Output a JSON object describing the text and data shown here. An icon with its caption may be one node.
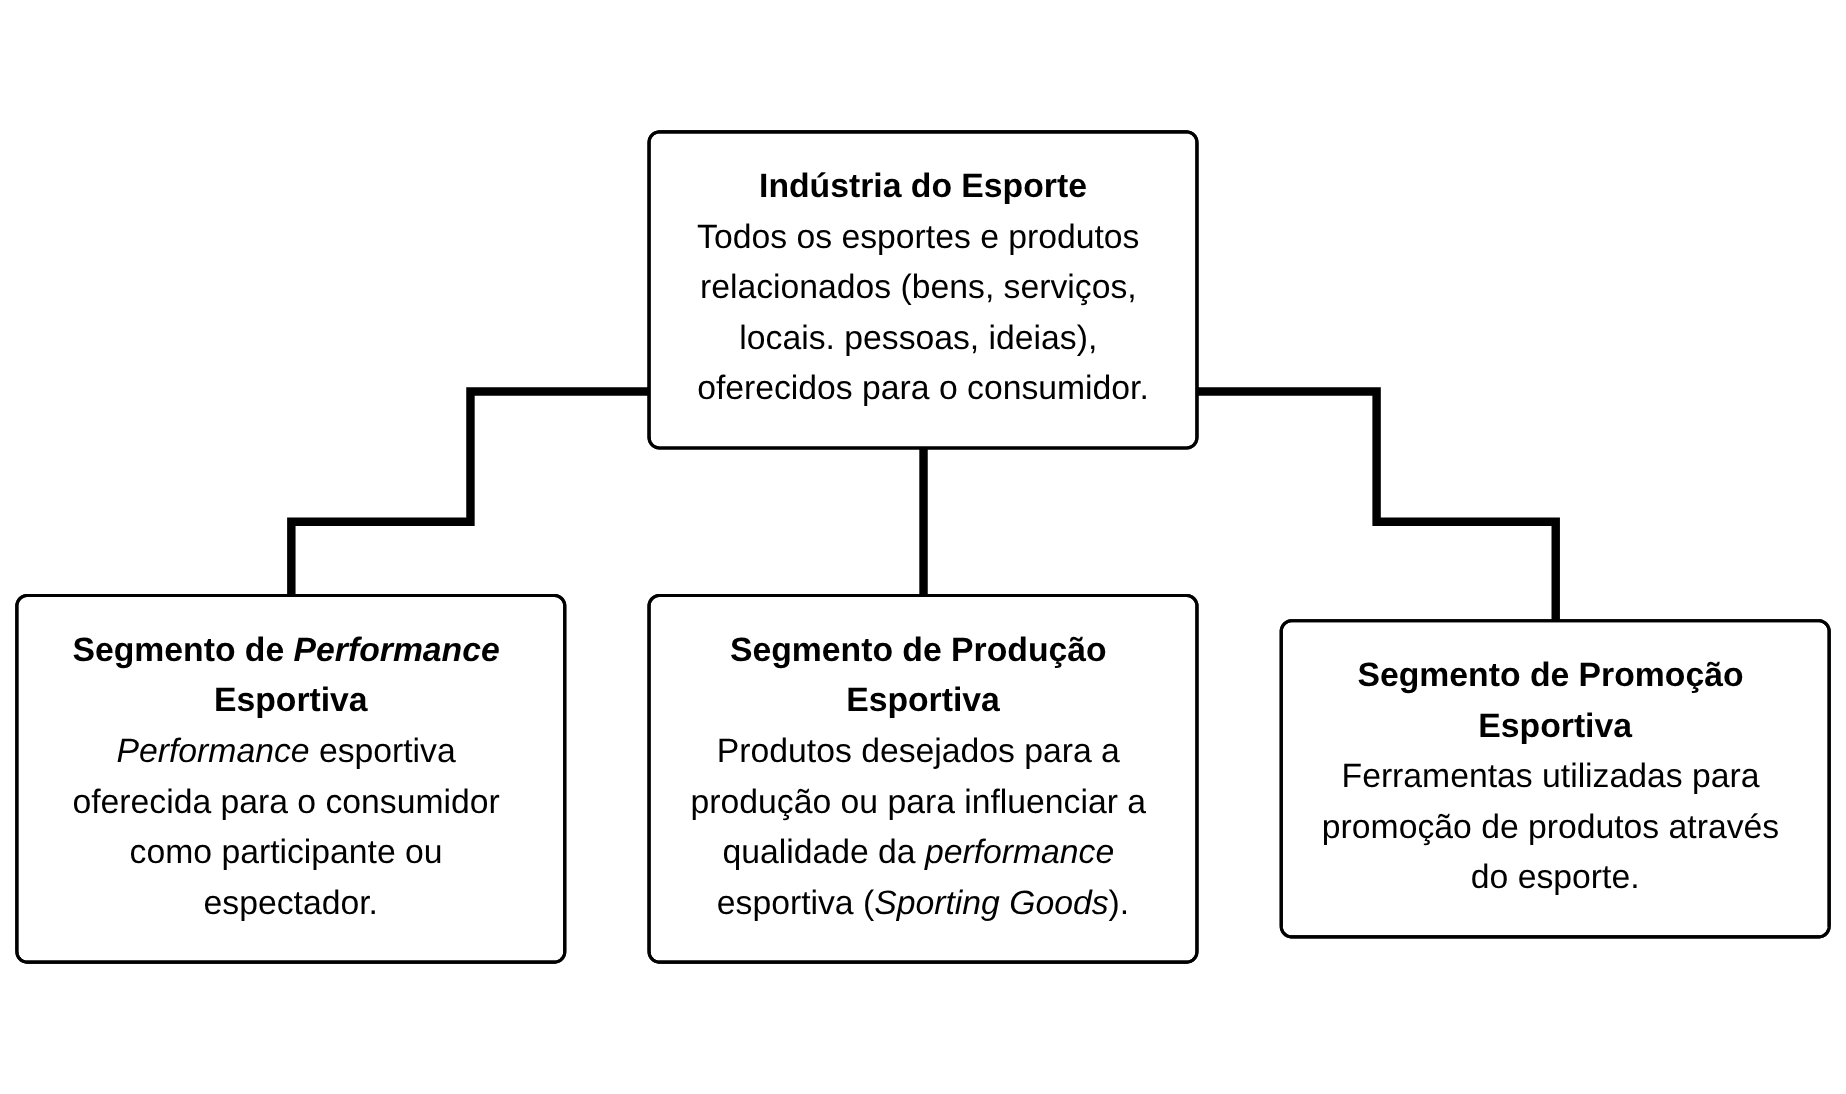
{
  "diagram": {
    "nodes": [
      {
        "text": [
          "Indústria do Esporte",
          "Todos os esportes e produtos relacionados (bens, serviços, locais. pessoas, ideias), oferecidos para o consumidor."
        ]
      },
      {
        "text": [
          "Segmento de *Performance* Esportiva",
          "*Performance* esportiva oferecida para o consumidor como participante ou espectador."
        ]
      },
      {
        "text": [
          "Segmento de Produção Esportiva",
          "Produtos desejados para a produção ou para influenciar a qualidade da *performance* esportiva (*Sporting Goods*)."
        ]
      },
      {
        "text": [
          "Segmento de Promoção Esportiva",
          "Ferramentas utilizadas para promoção de produtos através do esporte."
        ]
      }
    ],
    "edges": [
      {
        "from": 0,
        "to": 1,
        "arrow": "none"
      },
      {
        "from": 0,
        "to": 2,
        "arrow": "none"
      },
      {
        "from": 0,
        "to": 3,
        "arrow": "none"
      }
    ]
  }
}
